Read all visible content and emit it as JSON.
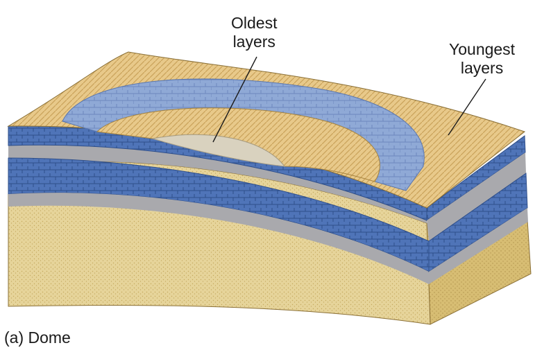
{
  "figure": {
    "labels": {
      "oldest_line1": "Oldest",
      "oldest_line2": "layers",
      "youngest_line1": "Youngest",
      "youngest_line2": "layers"
    },
    "caption": "(a) Dome"
  },
  "colors": {
    "sandstone": "#e6d49a",
    "sandstone_dark": "#d2b96e",
    "tan_top": "#e8c98a",
    "blue_layer": "#4f74b8",
    "blue_light": "#8fa9d6",
    "gray_layer": "#a9a9ad",
    "center_core": "#d9d2bf"
  }
}
